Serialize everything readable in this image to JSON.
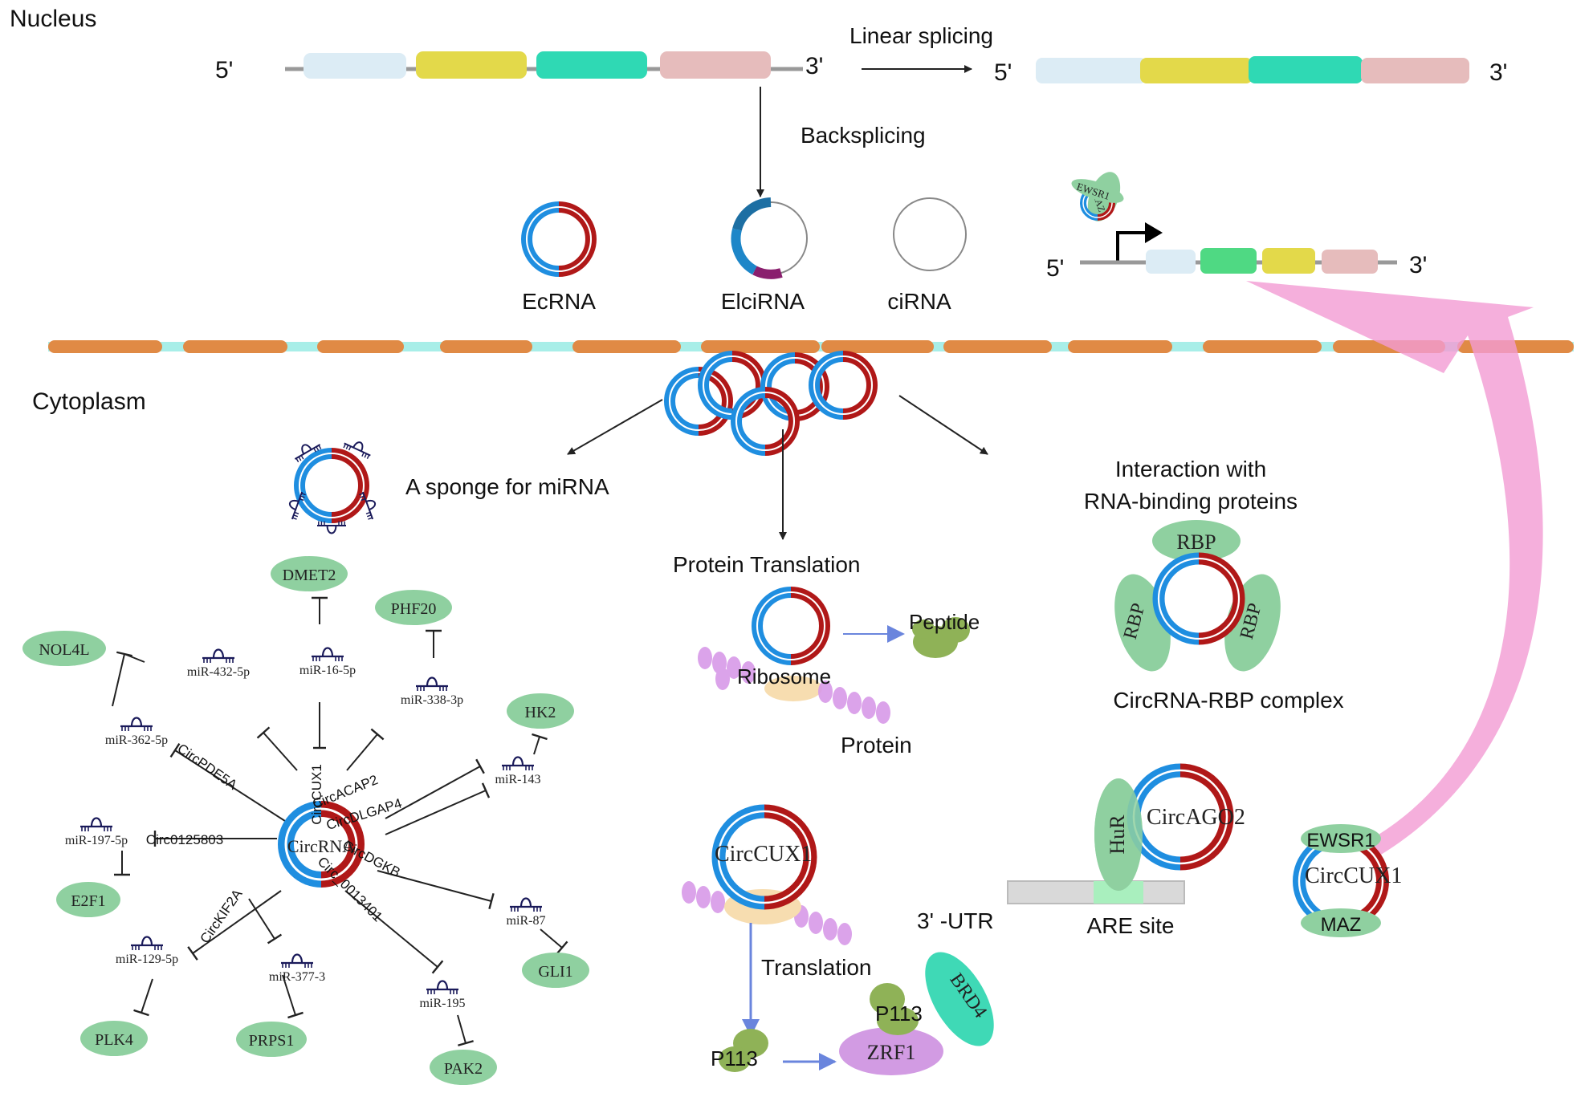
{
  "colors": {
    "circ_blue": "#1f8ee0",
    "circ_red": "#b01818",
    "gene_node": "#8fd0a0",
    "membrane_orange": "#e08a45",
    "membrane_gap": "#a8eee8",
    "exon1": "#dcecf5",
    "exon2": "#e3d94a",
    "exon3": "#2fd9b4",
    "exon4": "#e6bcbc",
    "exon_green": "#4fd983",
    "ribosome_pink": "#d89ae8",
    "ribosome_core": "#f7ddb0",
    "peptide_green": "#8fb257",
    "arrow_blue": "#6a85dd",
    "curve_pink": "#f39bd3",
    "zrf1": "#d29be3",
    "brd4": "#3fd9b6",
    "utr_gray": "#d9d9d9",
    "are_green": "#a9efbe"
  },
  "nucleus": {
    "label": "Nucleus",
    "five_prime": "5'",
    "three_prime": "3'",
    "linear_splicing": "Linear splicing",
    "backsplicing": "Backsplicing",
    "ecrna": "EcRNA",
    "elcirna": "ElciRNA",
    "cirna": "ciRNA",
    "ewsr1_small": "EWSR1",
    "maz_small": "MAZ"
  },
  "cytoplasm": {
    "label": "Cytoplasm",
    "sponge": "A sponge for miRNA",
    "protein_translation": "Protein Translation",
    "peptide": "Peptide",
    "ribosome": "Ribosome",
    "protein": "Protein",
    "interaction_line1": "Interaction with",
    "interaction_line2": "RNA-binding proteins",
    "rbp": "RBP",
    "complex": "CircRNA-RBP complex",
    "circcux1": "CircCUX1",
    "translation": "Translation",
    "p113": "P113",
    "zrf1": "ZRF1",
    "brd4": "BRD4",
    "hur": "HuR",
    "circago2": "CircAGO2",
    "utr": "3' -UTR",
    "are": "ARE site",
    "ewsr1": "EWSR1",
    "maz": "MAZ"
  },
  "network": {
    "center": "CircRNA",
    "genes": [
      "DMET2",
      "PHF20",
      "NOL4L",
      "HK2",
      "E2F1",
      "GLI1",
      "PLK4",
      "PRPS1",
      "PAK2"
    ],
    "mirnas": [
      "miR-432-5p",
      "miR-16-5p",
      "miR-338-3p",
      "miR-362-5p",
      "miR-143",
      "miR-197-5p",
      "miR-87",
      "miR-129-5p",
      "miR-377-3",
      "miR-195"
    ],
    "circs": [
      "CircCUX1",
      "CircACAP2",
      "CircDLGAP4",
      "CircPDE5A",
      "Circ0125803",
      "CircDGKB",
      "CircKIF2A",
      "Circ_0013401"
    ]
  }
}
